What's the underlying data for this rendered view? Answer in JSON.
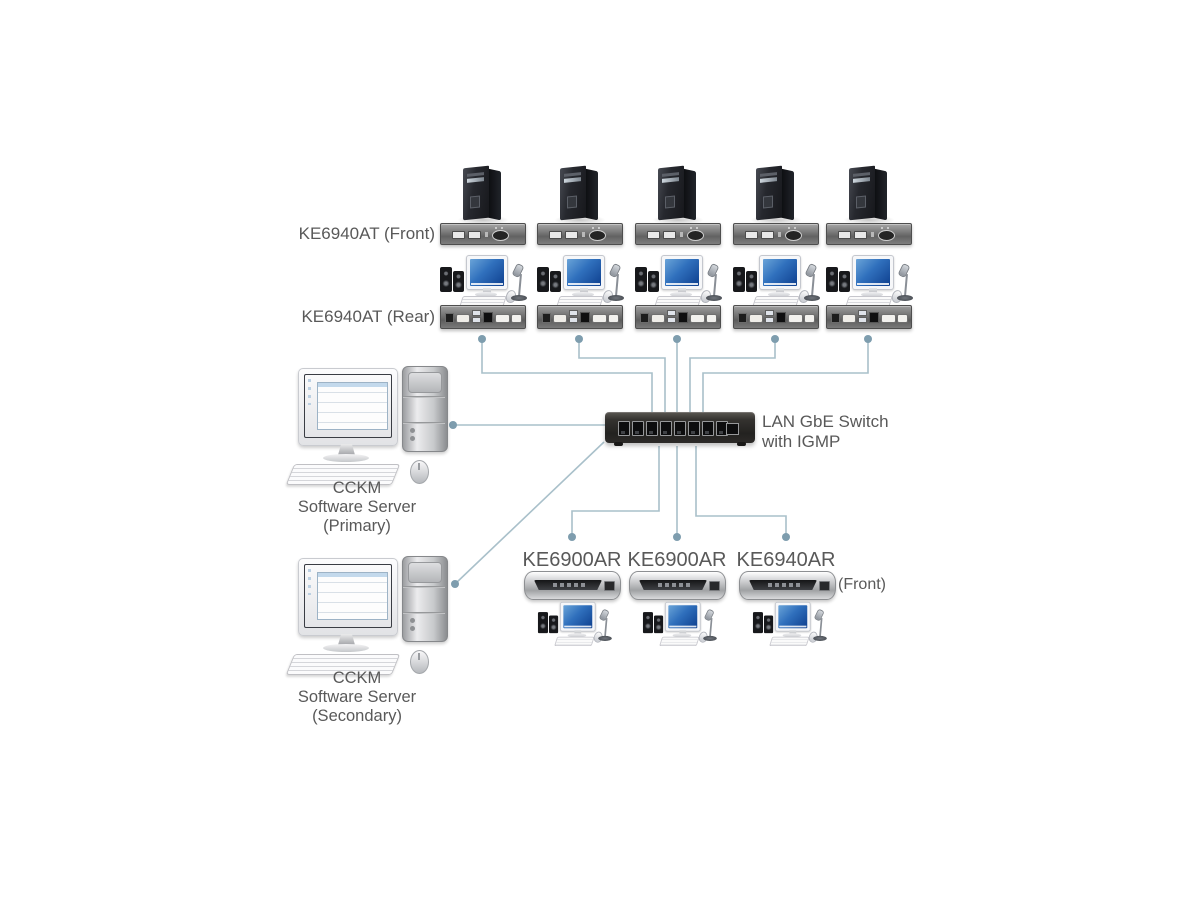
{
  "colors": {
    "line": "#a9c0ca",
    "dot": "#7e9dae",
    "text": "#595959"
  },
  "labels": {
    "tx_front": "KE6940AT (Front)",
    "tx_rear": "KE6940AT (Rear)",
    "switch1": "LAN GbE Switch",
    "switch2": "with IGMP",
    "front_suffix": "(Front)"
  },
  "servers": {
    "primary": {
      "l1": "CCKM",
      "l2": "Software Server",
      "l3": "(Primary)"
    },
    "secondary": {
      "l1": "CCKM",
      "l2": "Software Server",
      "l3": "(Secondary)"
    }
  },
  "receivers": [
    {
      "label": "KE6900AR"
    },
    {
      "label": "KE6900AR"
    },
    {
      "label": "KE6940AR"
    }
  ],
  "transmitter_count": 5,
  "icons": {
    "tower-server-icon": "css-shape",
    "kvm-transmitter-front-icon": "css-shape",
    "kvm-transmitter-rear-icon": "css-shape",
    "workstation-icon": "css-shape",
    "monitor-icon": "css-shape",
    "keyboard-icon": "css-shape",
    "mouse-icon": "css-shape",
    "speakers-icon": "css-shape",
    "microphone-icon": "css-shape",
    "network-switch-icon": "css-shape",
    "desktop-computer-icon": "css-shape",
    "kvm-receiver-icon": "css-shape",
    "link-dot": "css-circle"
  }
}
